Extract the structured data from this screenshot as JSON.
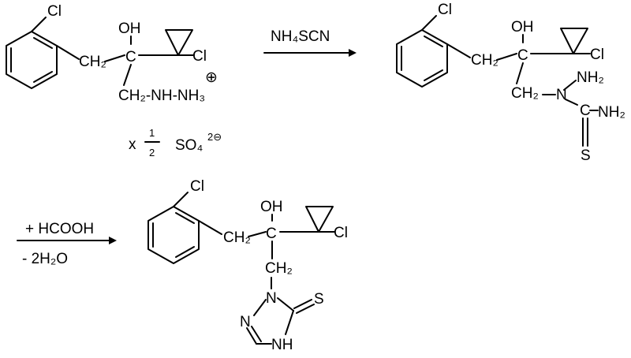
{
  "reaction": {
    "step1": {
      "reagent": "NH₄SCN",
      "reactant": {
        "aryl_cl": "Cl",
        "hydroxy": "OH",
        "benzylic_ch2": "CH₂",
        "quaternary_c": "C",
        "cyclopropyl_cl": "Cl",
        "side_chain": "CH₂-NH-NH₃",
        "charge": "⊕"
      },
      "counterion": {
        "multiplier": "x",
        "fraction_num": "1",
        "fraction_den": "2",
        "anion": "SO₄",
        "anion_charge": "2⊖"
      },
      "product": {
        "aryl_cl": "Cl",
        "hydroxy": "OH",
        "benzylic_ch2": "CH₂",
        "quaternary_c": "C",
        "cyclopropyl_cl": "Cl",
        "side_ch2": "CH₂",
        "n_atom": "N",
        "nh2_top": "NH₂",
        "thio_c": "C",
        "nh2_right": "NH₂",
        "sulfur": "S"
      }
    },
    "step2": {
      "reagent_add": "+ HCOOH",
      "reagent_loss": "- 2H₂O",
      "product": {
        "aryl_cl": "Cl",
        "hydroxy": "OH",
        "benzylic_ch2": "CH₂",
        "quaternary_c": "C",
        "cyclopropyl_cl": "Cl",
        "ring_ch2": "CH₂",
        "ring_n1": "N",
        "ring_n2": "N",
        "ring_nh": "NH",
        "thione_s": "S"
      }
    }
  }
}
